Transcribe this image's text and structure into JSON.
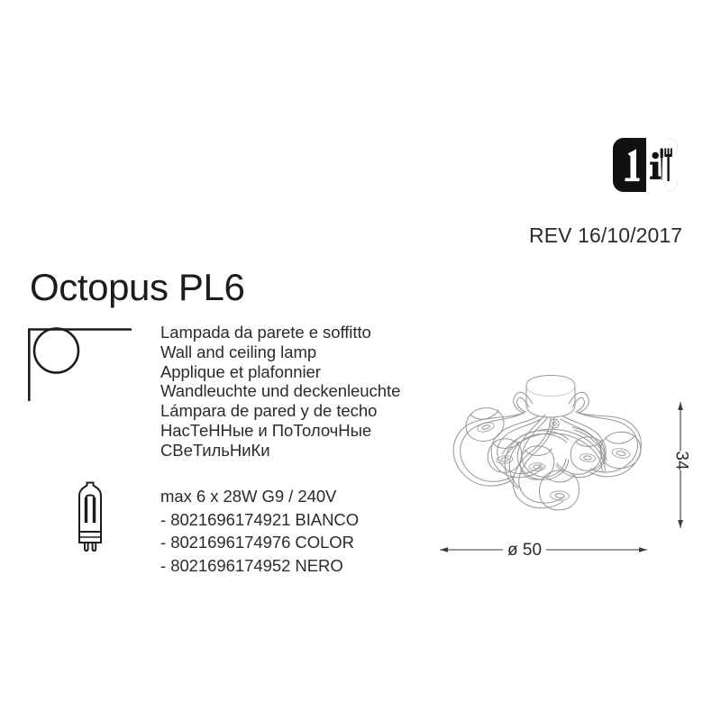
{
  "badge": {
    "name": "info-installation-badge",
    "count": "1",
    "info_letter": "i",
    "tools_icon": "screwdriver-and-wrench-icon"
  },
  "revision": {
    "label": "REV 16/10/2017"
  },
  "product": {
    "title": "Octopus PL6"
  },
  "pictograms": {
    "mount": "wall-and-ceiling-mount-icon",
    "bulb": "g9-halogen-capsule-bulb-icon"
  },
  "descriptions": [
    {
      "lang": "it",
      "text": "Lampada da parete e soffitto"
    },
    {
      "lang": "en",
      "text": "Wall and ceiling lamp"
    },
    {
      "lang": "fr",
      "text": "Applique et plafonnier"
    },
    {
      "lang": "de",
      "text": "Wandleuchte und deckenleuchte"
    },
    {
      "lang": "es",
      "text": "Lámpara de pared y de techo"
    },
    {
      "lang": "ru",
      "text": "НасТеННые и ПоТолочНые"
    },
    {
      "lang": "ru2",
      "text": "СВеТильНиКи"
    }
  ],
  "specification": {
    "lamp_spec": "max 6 x 28W G9 / 240V",
    "codes": [
      {
        "code": "- 8021696174921",
        "finish": "BIANCO"
      },
      {
        "code": "- 8021696174976",
        "finish": "COLOR"
      },
      {
        "code": "- 8021696174952",
        "finish": "NERO"
      }
    ]
  },
  "dimensions": {
    "width_label": "ø 50",
    "height_label": "34"
  },
  "drawing": {
    "name": "octopus-pl6-line-drawing"
  },
  "colors": {
    "text": "#2b2b2b",
    "title": "#1c1c1c",
    "drawing_line": "#9a9a9a",
    "dimension_line": "#3a3a3a",
    "badge_dark": "#111111",
    "background": "#ffffff"
  }
}
